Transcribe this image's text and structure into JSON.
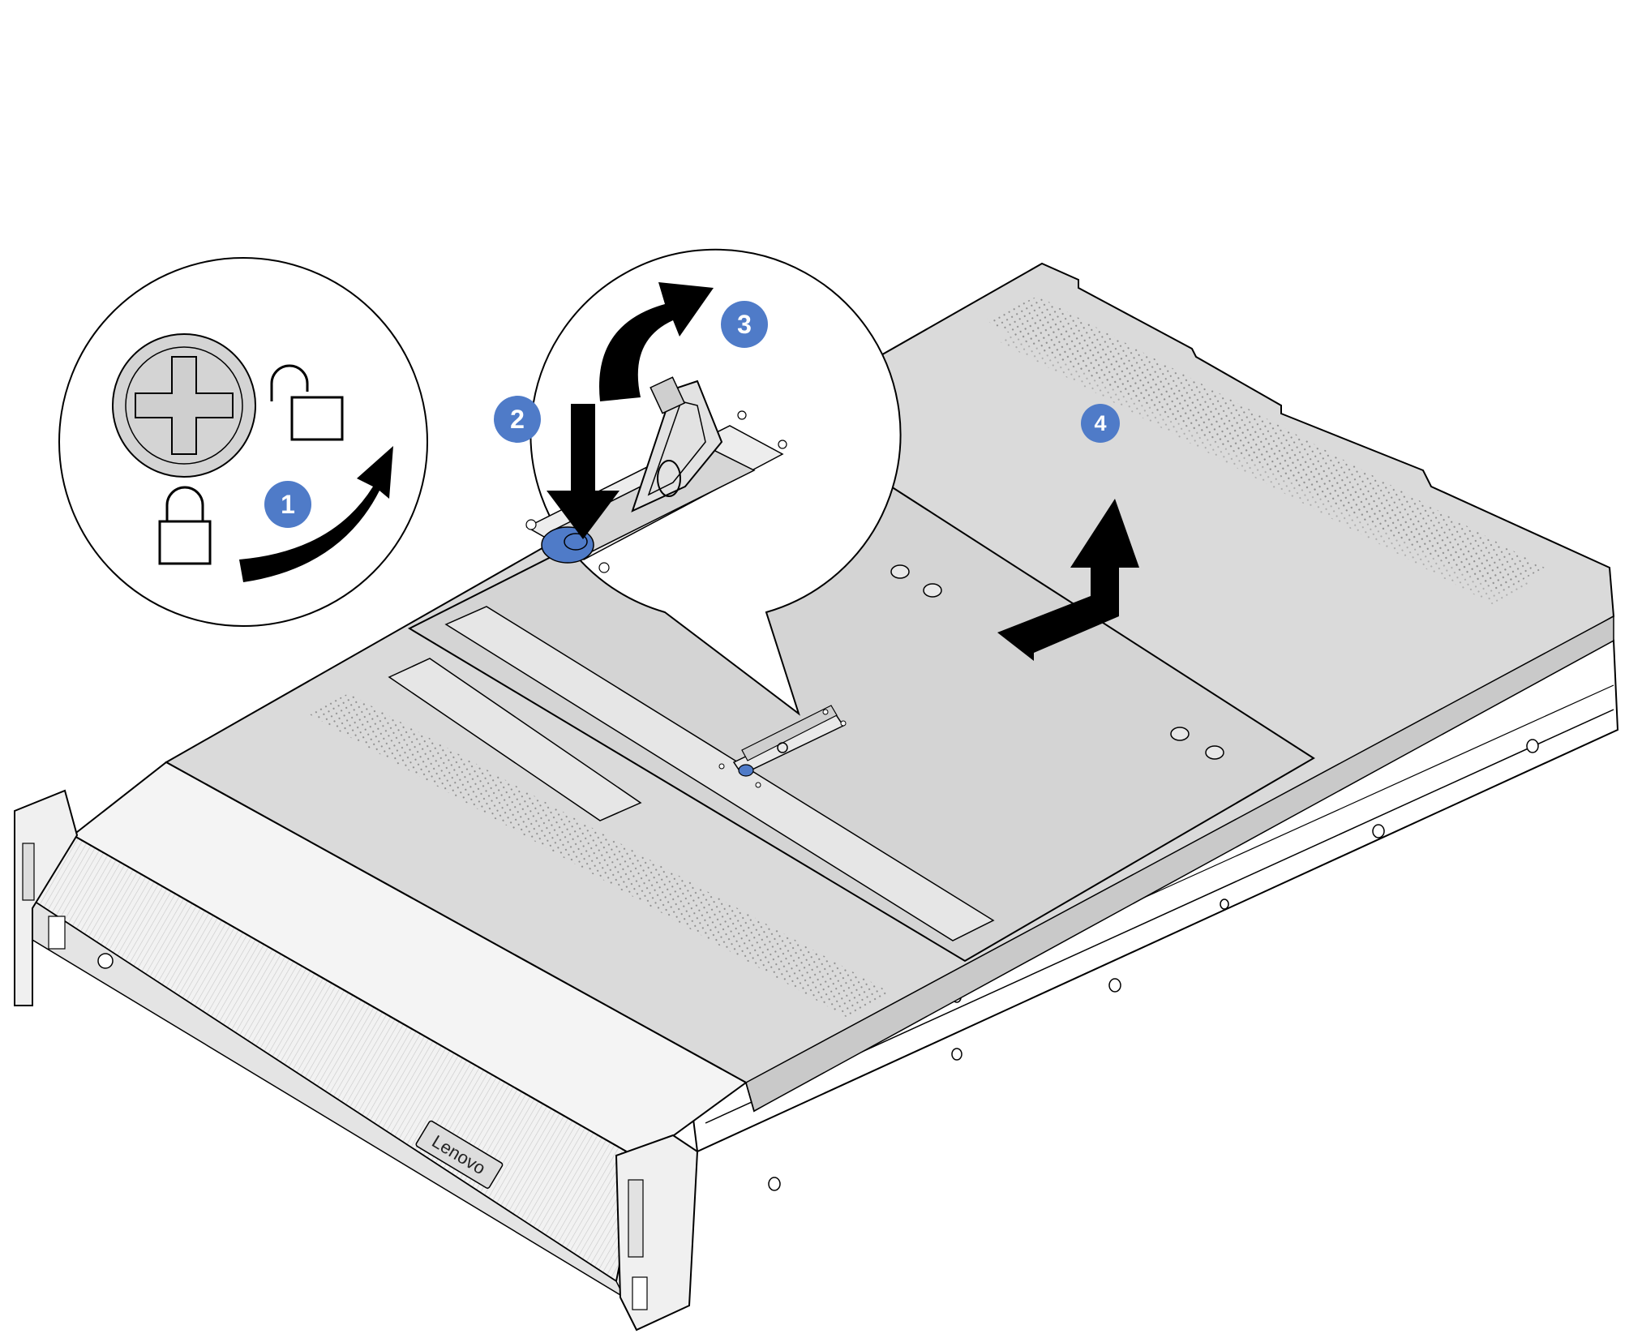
{
  "diagram": {
    "brand_logo": "Lenovo",
    "steps": [
      {
        "number": "1",
        "color": "#4f7bc8",
        "action": "rotate-screw-to-unlock"
      },
      {
        "number": "2",
        "color": "#4f7bc8",
        "action": "press-release-button"
      },
      {
        "number": "3",
        "color": "#4f7bc8",
        "action": "rotate-latch-up"
      },
      {
        "number": "4",
        "color": "#4f7bc8",
        "action": "slide-and-lift-cover"
      }
    ],
    "icons": [
      "unlocked-padlock-icon",
      "locked-padlock-icon",
      "phillips-screw-icon",
      "rotate-arrow-icon",
      "down-arrow-icon",
      "slide-lift-arrow-icon"
    ],
    "colors": {
      "cover": "#d9d9d9",
      "accent_blue": "#4f7bc8",
      "line": "#000000",
      "front_panel": "#eeeeee"
    }
  }
}
